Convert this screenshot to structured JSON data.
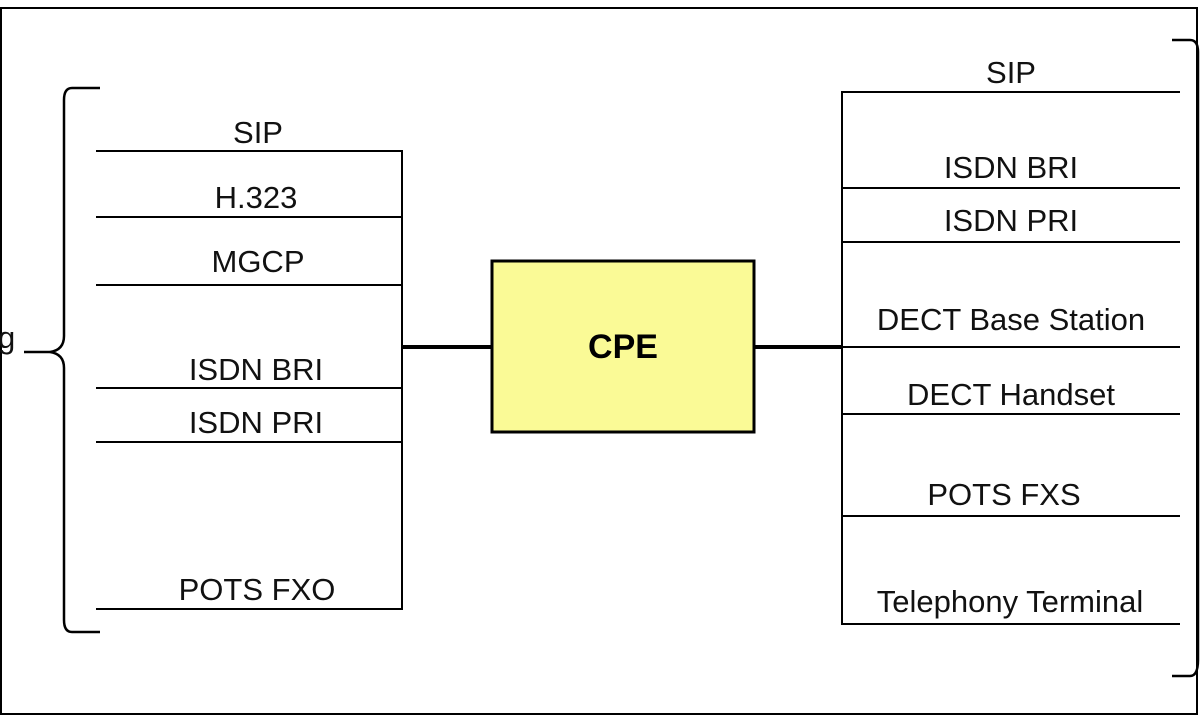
{
  "diagram": {
    "center_label": "CPE",
    "left_side_label": "g",
    "left_labels": [
      "SIP",
      "H.323",
      "MGCP",
      "ISDN BRI",
      "ISDN PRI",
      "POTS FXO"
    ],
    "right_labels": [
      "SIP",
      "ISDN BRI",
      "ISDN PRI",
      "DECT Base Station",
      "DECT Handset",
      "POTS FXS",
      "Telephony Terminal"
    ],
    "colors": {
      "cpe_fill": "#fafa96",
      "line": "#000000",
      "background": "#ffffff"
    }
  }
}
